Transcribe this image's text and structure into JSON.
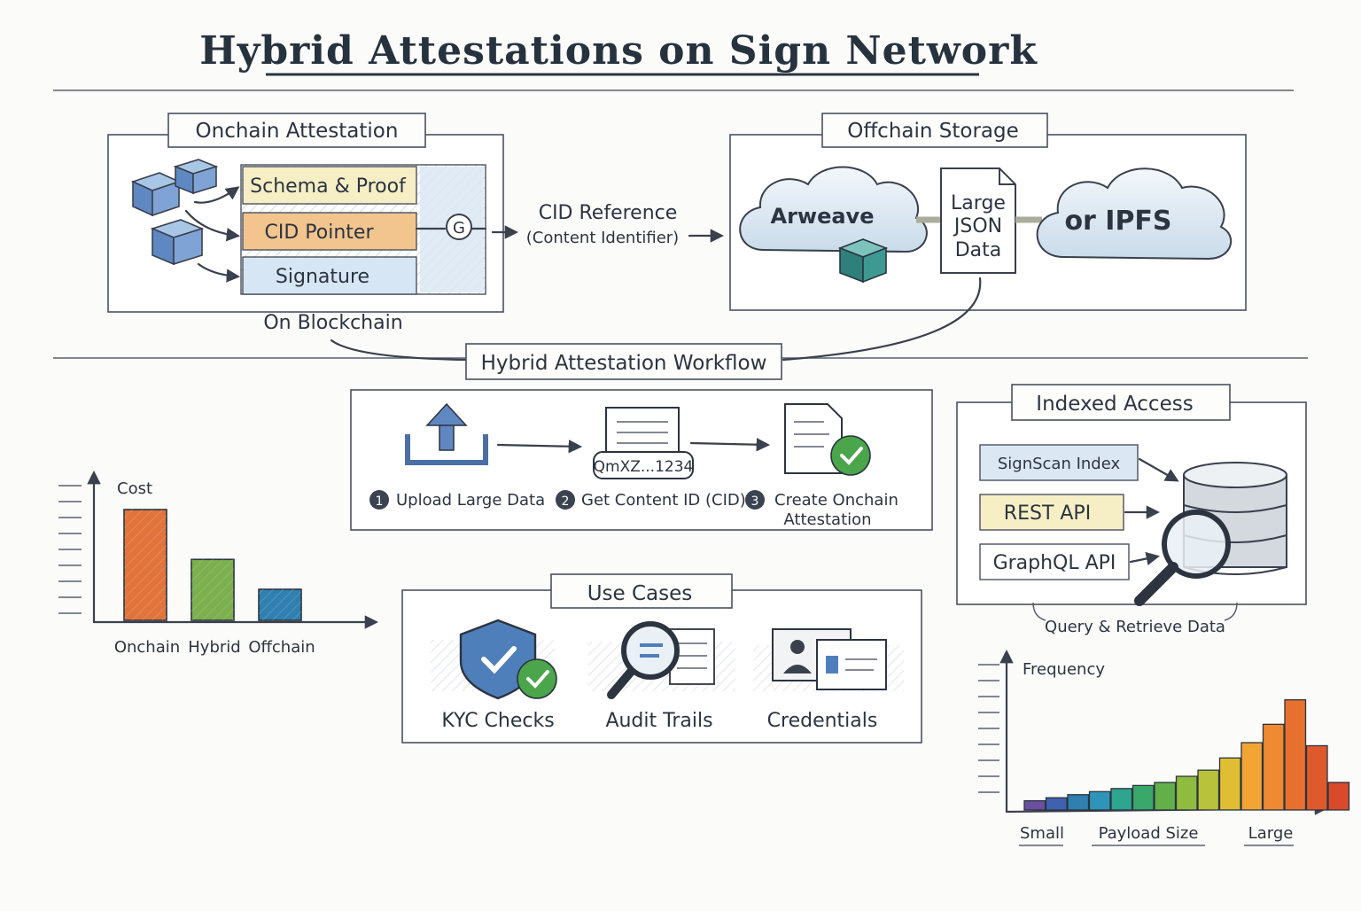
{
  "title": "Hybrid Attestations on Sign Network",
  "onchain": {
    "header": "Onchain Attestation",
    "rows": [
      "Schema & Proof",
      "CID Pointer",
      "Signature"
    ],
    "pointer_glyph": "G",
    "caption": "On Blockchain"
  },
  "reference": {
    "line1": "CID Reference",
    "line2": "(Content Identifier)"
  },
  "offchain": {
    "header": "Offchain Storage",
    "arweave": "Arweave",
    "doc_lines": [
      "Large",
      "JSON",
      "Data"
    ],
    "ipfs": "or IPFS"
  },
  "workflow": {
    "header": "Hybrid Attestation Workflow",
    "cid_value": "QmXZ...1234",
    "steps": [
      {
        "num": "1",
        "label": "Upload Large Data"
      },
      {
        "num": "2",
        "label": "Get Content ID (CID)"
      },
      {
        "num": "3",
        "label": "Create Onchain",
        "label2": "Attestation"
      }
    ]
  },
  "indexed": {
    "header": "Indexed Access",
    "items": [
      "SignScan Index",
      "REST API",
      "GraphQL API"
    ],
    "caption": "Query & Retrieve Data"
  },
  "use_cases": {
    "header": "Use Cases",
    "items": [
      "KYC Checks",
      "Audit Trails",
      "Credentials"
    ]
  },
  "colors": {
    "orange": "#e2743a",
    "green": "#7bb04c",
    "blue": "#2f7fb0",
    "ink": "#2c3440"
  },
  "chart_data": [
    {
      "type": "bar",
      "ylabel": "Cost",
      "categories": [
        "Onchain",
        "Hybrid",
        "Offchain"
      ],
      "values": [
        100,
        55,
        28
      ],
      "colors": [
        "#e2743a",
        "#7bb04c",
        "#2f7fb0"
      ],
      "ylim": [
        0,
        120
      ]
    },
    {
      "type": "bar",
      "ylabel": "Frequency",
      "xlabel": "Payload Size",
      "tick_labels": [
        "Small",
        "Large"
      ],
      "values": [
        3,
        4,
        5,
        6,
        7,
        8,
        9,
        11,
        13,
        17,
        22,
        28,
        36,
        21,
        9
      ],
      "ylim": [
        0,
        42
      ]
    }
  ]
}
